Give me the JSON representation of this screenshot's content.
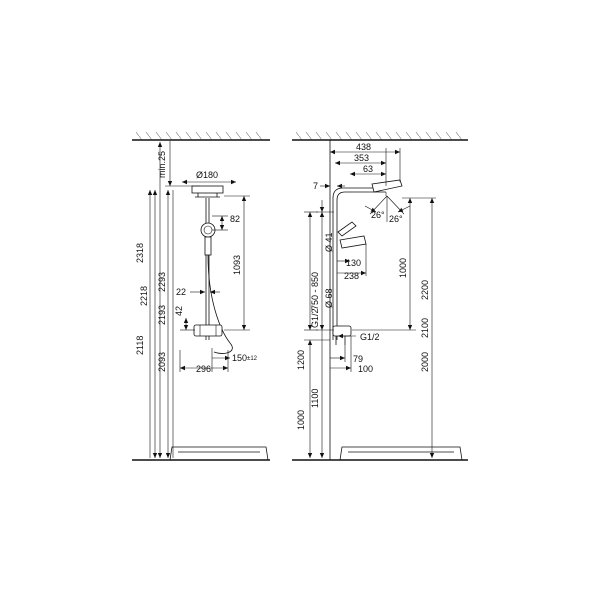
{
  "left_view": {
    "dims": {
      "d2318": "2318",
      "d2218": "2218",
      "d2118": "2118",
      "d2293": "2293",
      "d2193": "2193",
      "d2093": "2093",
      "min25": "min.25",
      "d180": "Ø180",
      "d82": "82",
      "d1093": "1093",
      "d22": "22",
      "d42": "42",
      "d150": "150",
      "d150tol": "±12",
      "d296": "296"
    }
  },
  "right_view": {
    "dims": {
      "d438": "438",
      "d353": "353",
      "d63": "63",
      "d7": "7",
      "d26a": "26°",
      "d26b": "26°",
      "d41": "Ø 41",
      "d750": "750 - 850",
      "d130": "130",
      "d238": "238",
      "d68": "Ø 68",
      "g12a": "G1/2",
      "g12b": "G1/2",
      "d79": "79",
      "d100": "100",
      "d1000a": "1000",
      "d2200": "2200",
      "d2100": "2100",
      "d2000": "2000",
      "d1200": "1200",
      "d1100": "1100",
      "d1000b": "1000"
    }
  }
}
